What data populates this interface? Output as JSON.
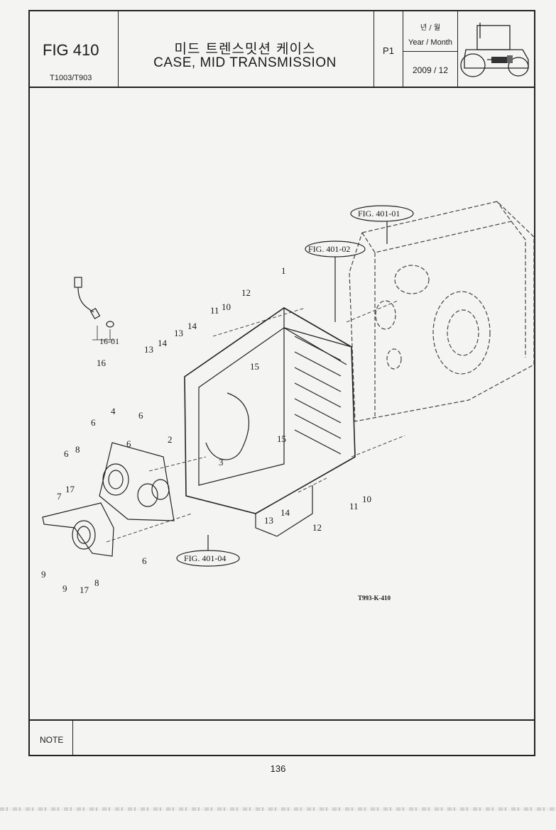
{
  "header": {
    "fig_number": "FIG 410",
    "model": "T1003/T903",
    "title_korean": "미드 트렌스밋션 케이스",
    "title_english": "CASE, MID TRANSMISSION",
    "page_label": "P1",
    "year_month_korean": "년 / 월",
    "year_month_english": "Year / Month",
    "date": "2009 / 12",
    "tractor_icon": "tractor-icon"
  },
  "diagram": {
    "references": [
      "FIG. 401-01",
      "FIG. 401-02",
      "FIG. 401-04"
    ],
    "callouts": [
      "1",
      "2",
      "3",
      "4",
      "6",
      "6",
      "6",
      "6",
      "6",
      "7",
      "8",
      "8",
      "9",
      "9",
      "10",
      "10",
      "11",
      "11",
      "12",
      "12",
      "13",
      "13",
      "13",
      "14",
      "14",
      "14",
      "15",
      "15",
      "16",
      "16-01",
      "17",
      "17"
    ],
    "drawing_code": "T993-K-410"
  },
  "note": {
    "label": "NOTE",
    "value": ""
  },
  "footer": {
    "page_number": "136"
  }
}
